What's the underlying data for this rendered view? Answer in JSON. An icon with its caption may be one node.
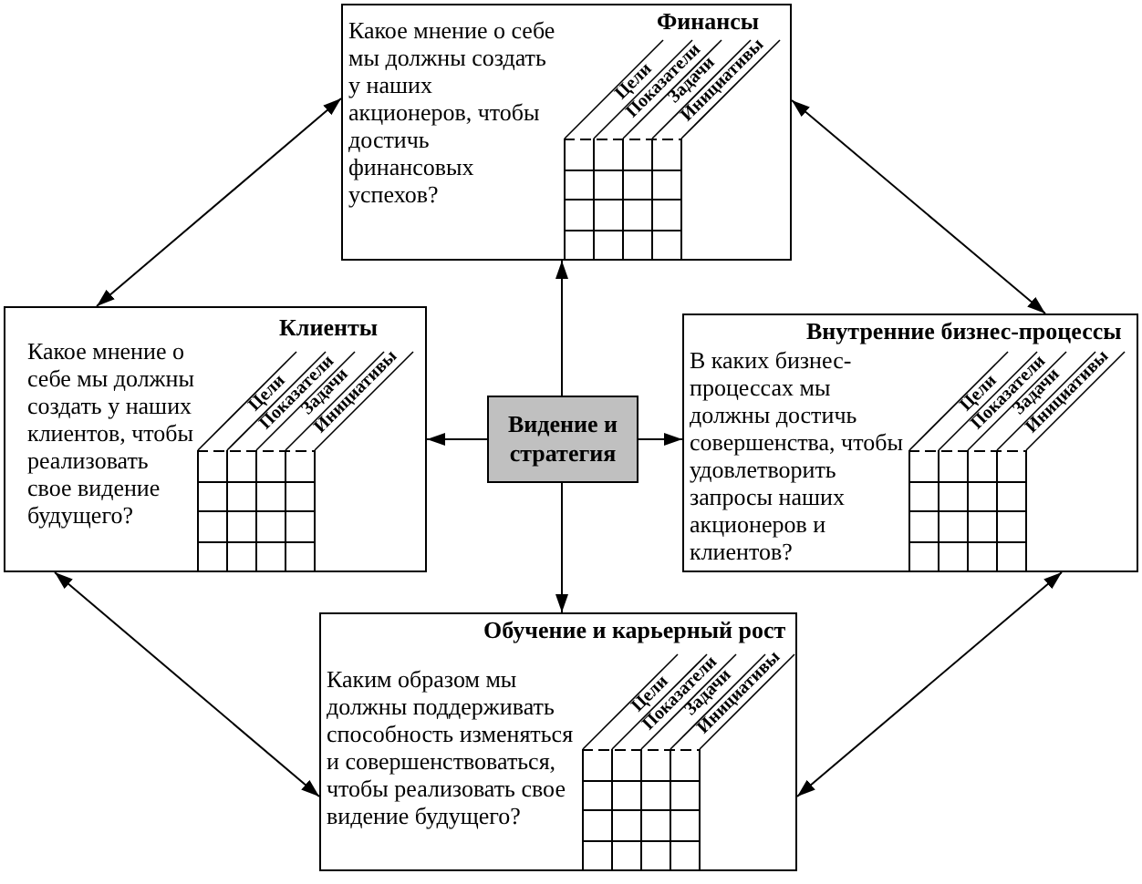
{
  "diagram": {
    "nodes": [
      {
        "text": [
          "Финансы",
          "Какое мнение о себе мы должны создать у наших акционеров, чтобы достичь финансовых успехов?",
          "Цели",
          "Показатели",
          "Задачи",
          "Инициативы"
        ]
      },
      {
        "text": [
          "Клиенты",
          "Какое мнение о себе мы должны создать у наших клиентов, чтобы реализовать свое видение будущего?",
          "Цели",
          "Показатели",
          "Задачи",
          "Инициативы"
        ]
      },
      {
        "text": [
          "Видение и стратегия"
        ]
      },
      {
        "text": [
          "Внутренние бизнес-процессы",
          "В каких бизнес-процессах мы должны достичь совершенства, чтобы удовлетворить запросы наших акционеров и клиентов?",
          "Цели",
          "Показатели",
          "Задачи",
          "Инициативы"
        ]
      },
      {
        "text": [
          "Обучение и карьерный рост",
          "Каким образом мы должны поддерживать способность изменяться и совершенствоваться, чтобы реализовать свое видение будущего?",
          "Цели",
          "Показатели",
          "Задачи",
          "Инициативы"
        ]
      }
    ],
    "edges": [
      {
        "from": 0,
        "to": 1,
        "arrow": "both"
      },
      {
        "from": 0,
        "to": 3,
        "arrow": "both"
      },
      {
        "from": 2,
        "to": 0,
        "arrow": "to"
      },
      {
        "from": 2,
        "to": 1,
        "arrow": "to"
      },
      {
        "from": 2,
        "to": 3,
        "arrow": "to"
      },
      {
        "from": 2,
        "to": 4,
        "arrow": "to"
      },
      {
        "from": 1,
        "to": 4,
        "arrow": "both"
      },
      {
        "from": 3,
        "to": 4,
        "arrow": "both"
      }
    ]
  }
}
